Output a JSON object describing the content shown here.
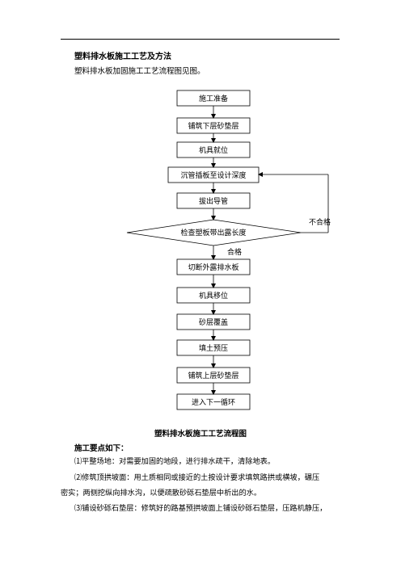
{
  "document": {
    "title": "塑料排水板施工工艺及方法",
    "intro": "塑料排水板加固施工工艺流程图见图。",
    "flow": {
      "steps": [
        "施工准备",
        "铺筑下层砂垫层",
        "机具就位",
        "沉管插板至设计深度",
        "拔出导管"
      ],
      "decision": "检查塑板带出露长度",
      "fail_label": "不合格",
      "pass_label": "合格",
      "after_steps": [
        "切断外露排水板",
        "机具移位",
        "砂层覆盖",
        "填土预压",
        "铺筑上层砂垫层",
        "进入下一循环"
      ]
    },
    "caption": "塑料排水板施工工艺流程图",
    "section_heading": "施工要点如下：",
    "points": [
      "⑴平整场地：对需要加固的地段，进行排水疏干，清除地表。",
      "⑵修筑顶拱坡面：用土质相同或接近的土按设计要求填筑路拱或横坡，碾压",
      "密实；两侧挖纵向排水沟，以便疏散砂砾石垫层中析出的水。",
      "⑶铺设砂砾石垫层：修筑好的路基预拱坡面上铺设砂砾石垫层，压路机静压，"
    ]
  }
}
